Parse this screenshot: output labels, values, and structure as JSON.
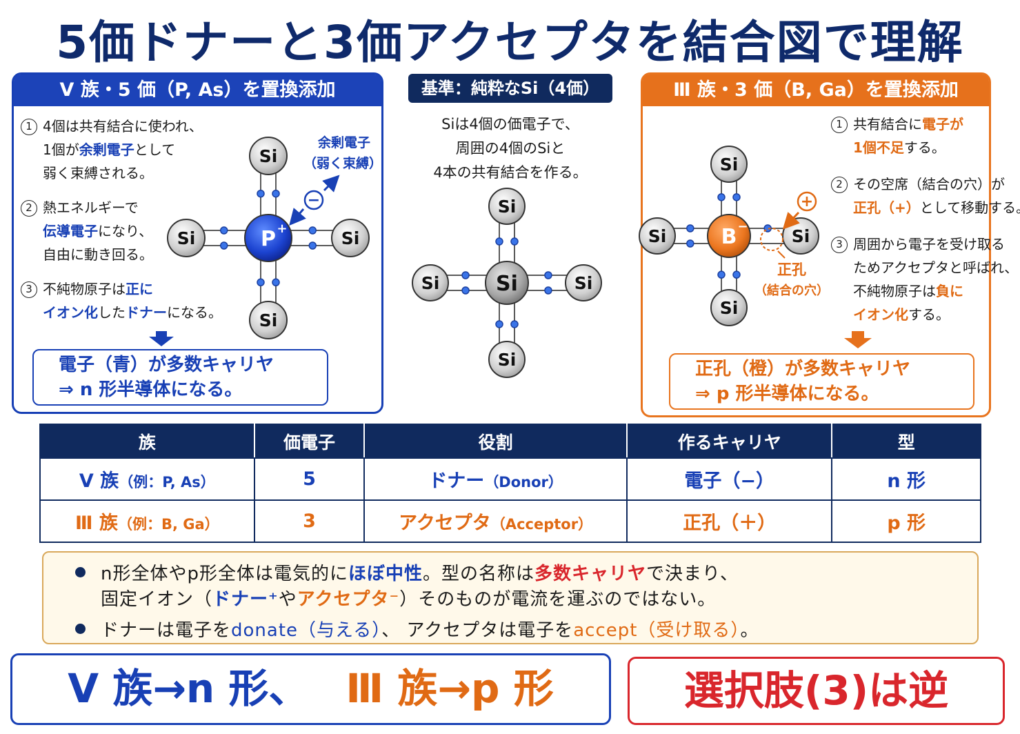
{
  "title": "5価ドナーと3価アクセプタを結合図で理解",
  "left_panel": {
    "header": "V 族・5 価（P, As）を置換添加",
    "step1": {
      "num": "1",
      "a": "4個は共有結合に使われ、",
      "b_pre": "1個が",
      "b_hl": "余剰電子",
      "b_post": "として",
      "c": "弱く束縛される。"
    },
    "step2": {
      "num": "2",
      "a": "熱エネルギーで",
      "b_hl": "伝導電子",
      "b_post": "になり、",
      "c": "自由に動き回る。"
    },
    "step3": {
      "num": "3",
      "a_pre": "不純物原子は",
      "a_hl": "正に",
      "b_hl1": "イオン化",
      "b_mid": "した",
      "b_hl2": "ドナー",
      "b_post": "になる。"
    },
    "result_line1": "電子（青）が多数キャリヤ",
    "result_line2": "⇒ n 形半導体になる。",
    "atoms": {
      "center": "P",
      "center_sup": "+",
      "neighbor": "Si"
    },
    "excess_label1": "余剰電子",
    "excess_label2": "（弱く束縛）",
    "electron_symbol": "−"
  },
  "center_panel": {
    "header": "基準：純粋なSi（4価）",
    "line1": "Siは4個の価電子で、",
    "line2": "周囲の4個のSiと",
    "line3": "4本の共有結合を作る。",
    "atoms": {
      "center": "Si",
      "neighbor": "Si"
    }
  },
  "right_panel": {
    "header": "Ⅲ 族・3 価（B, Ga）を置換添加",
    "step1": {
      "num": "1",
      "a_pre": "共有結合に",
      "a_hl": "電子が",
      "b_hl": "1個不足",
      "b_post": "する。"
    },
    "step2": {
      "num": "2",
      "a": "その空席（結合の穴）が",
      "b_hl": "正孔（+）",
      "b_post": "として移動する。"
    },
    "step3": {
      "num": "3",
      "a": "周囲から電子を受け取る",
      "b": "ためアクセプタと呼ばれ、",
      "c_pre": "不純物原子は",
      "c_hl": "負に",
      "d_hl": "イオン化",
      "d_post": "する。"
    },
    "result_line1": "正孔（橙）が多数キャリヤ",
    "result_line2": "⇒ p 形半導体になる。",
    "atoms": {
      "center": "B",
      "center_sup": "−",
      "neighbor": "Si"
    },
    "hole_label1": "正孔",
    "hole_label2": "（結合の穴）",
    "hole_symbol": "+"
  },
  "table": {
    "headers": [
      "族",
      "価電子",
      "役割",
      "作るキャリヤ",
      "型"
    ],
    "rows": [
      {
        "group": "V 族",
        "group_ex": "（例：P, As）",
        "valence": "5",
        "role": "ドナー",
        "role_en": "（Donor）",
        "carrier": "電子（−）",
        "type": "n 形"
      },
      {
        "group": "Ⅲ 族",
        "group_ex": "（例：B, Ga）",
        "valence": "3",
        "role": "アクセプタ",
        "role_en": "（Acceptor）",
        "carrier": "正孔（＋）",
        "type": "p 形"
      }
    ]
  },
  "notes": {
    "l1_a": "n形全体やp形全体は電気的に",
    "l1_b": "ほぼ中性",
    "l1_c": "。型の名称は",
    "l1_d": "多数キャリヤ",
    "l1_e": "で決まり、",
    "l2_a": "固定イオン（",
    "l2_b": "ドナー⁺",
    "l2_c": "や",
    "l2_d": "アクセプタ⁻",
    "l2_e": "）そのものが電流を運ぶのではない。",
    "l3_a": "ドナーは電子を",
    "l3_b": "donate（与える）",
    "l3_c": "、 アクセプタは電子を",
    "l3_d": "accept（受け取る）",
    "l3_e": "。"
  },
  "bottom_left": {
    "a": "V 族→n 形、",
    "b": "Ⅲ 族→p 形"
  },
  "bottom_right": "選択肢(3)は逆",
  "colors": {
    "navy": "#102a5e",
    "blue": "#1840b5",
    "orange": "#e06a14",
    "red": "#d9262c"
  }
}
